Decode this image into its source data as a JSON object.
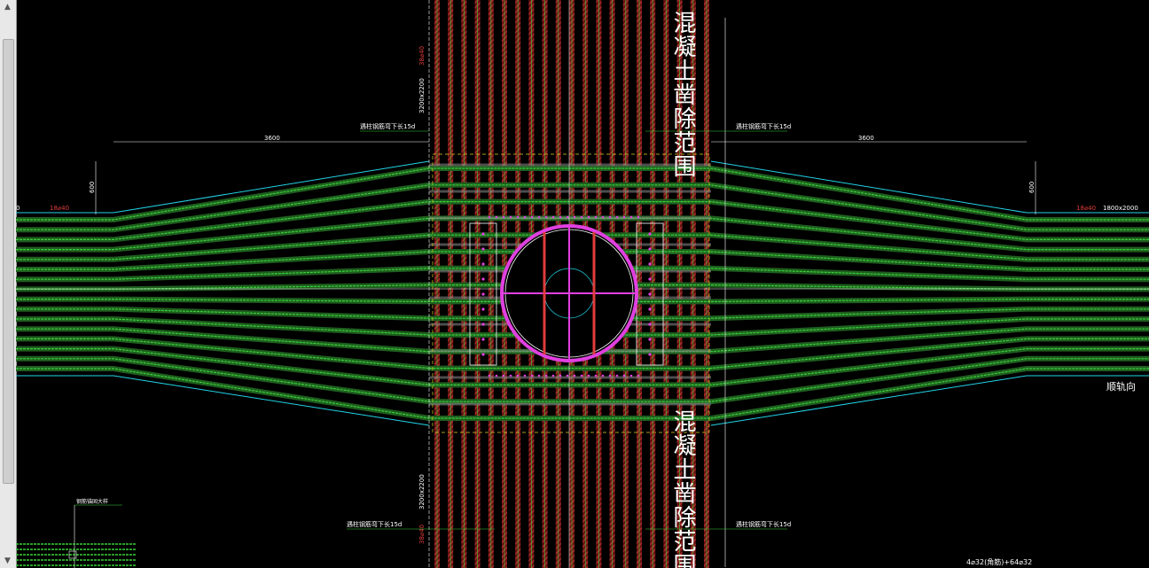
{
  "colors": {
    "background": "#000000",
    "green_rebar": "#39d139",
    "red_rebar": "#e03c3c",
    "cyan_line": "#22d3e6",
    "magenta": "#e040e0",
    "white": "#ffffff",
    "yellow": "#e0d020"
  },
  "icons": {
    "scroll_up": "arrow-up-icon",
    "scroll_down": "arrow-down-icon"
  },
  "labels": {
    "dim_left": "3600",
    "dim_right": "3600",
    "dim_left_vertical": "600",
    "dim_right_vertical": "600",
    "beam_size_top": "3200x2200",
    "beam_size_bottom": "3200x2200",
    "beam_size_right": "1800x2000",
    "anchor_note_top_left": "遇柱钢筋弯下长15d",
    "anchor_note_top_right": "遇柱钢筋弯下长15d",
    "anchor_note_bottom_left": "遇柱钢筋弯下长15d",
    "anchor_note_bottom_right": "遇柱钢筋弯下长15d",
    "red_tag_left": "18⌀40",
    "red_tag_right": "18⌀40",
    "red_tag_top": "38⌀40",
    "red_tag_bottom": "38⌀40",
    "direction_note": "顺轨向",
    "big_text_upper": "混凝土凿除范围",
    "big_text_lower": "混凝土凿除范围",
    "detail_note": "钢筋锚固大样",
    "bottom_note": "4⌀32(角筋)+64⌀32",
    "left_edge_text": "0"
  }
}
